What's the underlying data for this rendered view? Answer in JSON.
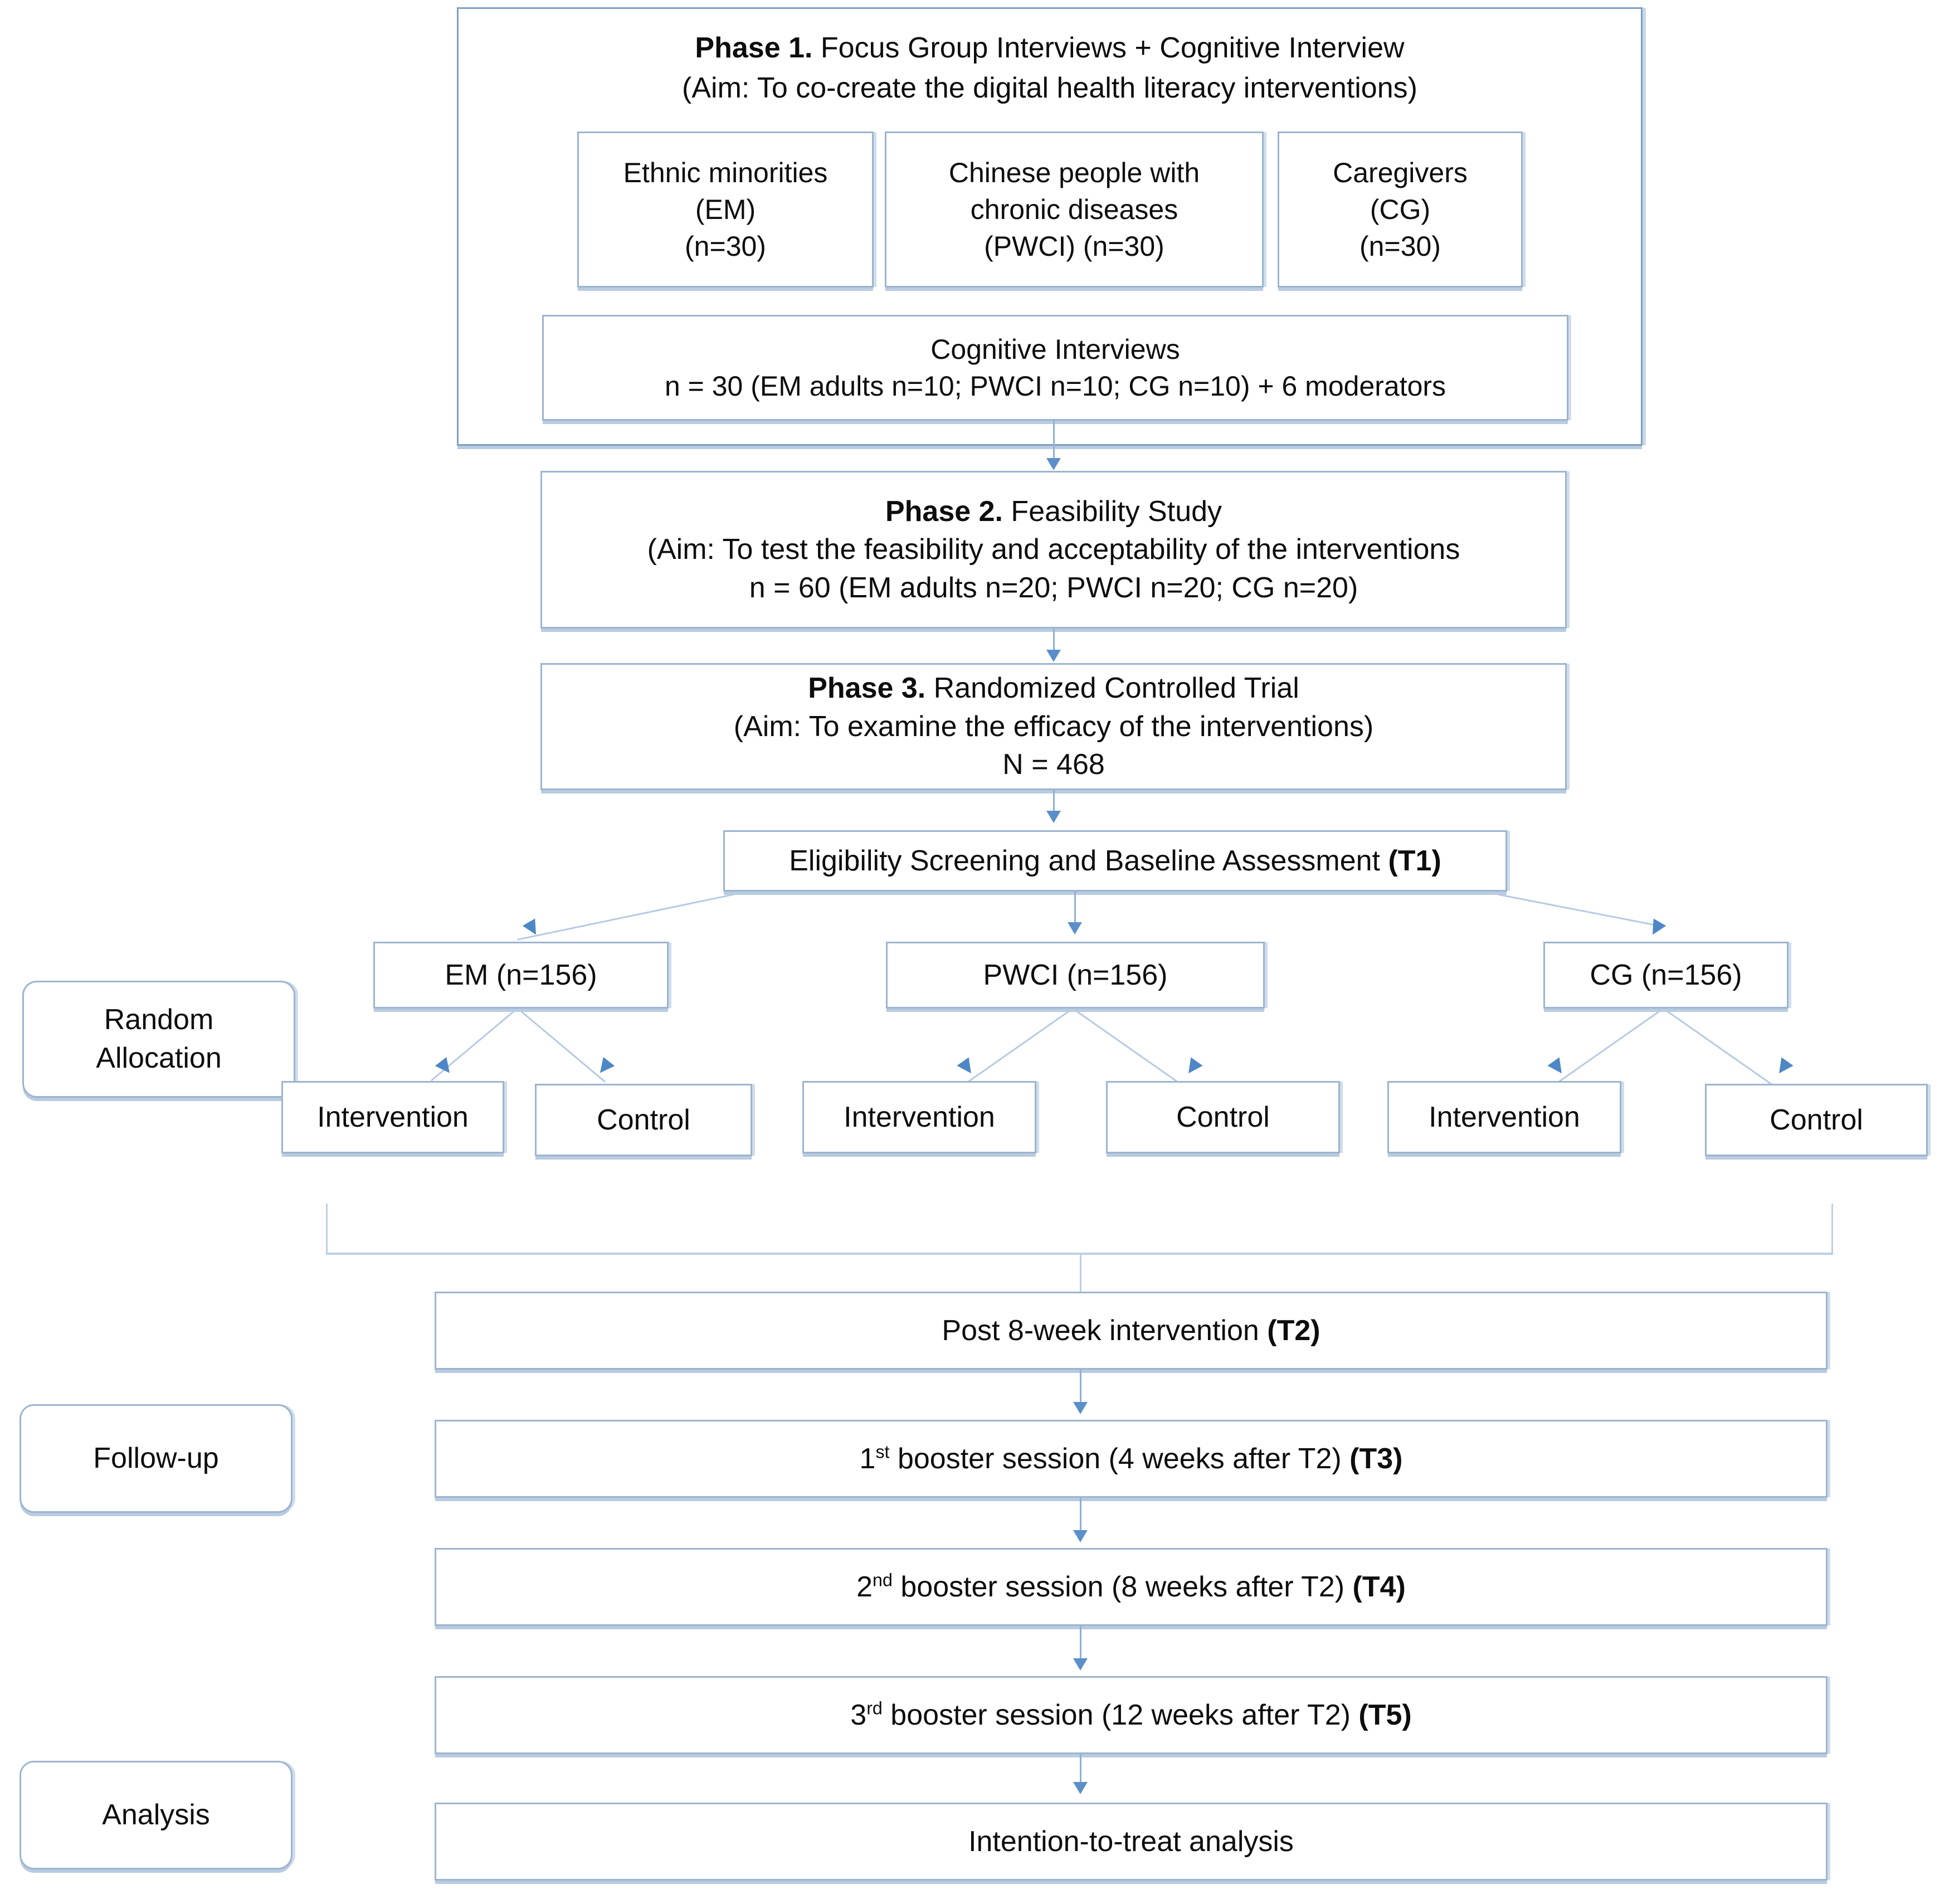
{
  "diagram": {
    "title": "Study design flow diagram",
    "accent_color": "#9cb4cf",
    "arrow_color": "#5b8fc9"
  },
  "phase1": {
    "heading_bold": "Phase 1.",
    "heading_rest": " Focus Group Interviews + Cognitive Interview",
    "aim": "(Aim: To co-create the digital health literacy interventions)",
    "groups": [
      {
        "line1": "Ethnic minorities",
        "line2": "(EM)",
        "line3": "(n=30)"
      },
      {
        "line1": "Chinese people with",
        "line2": "chronic diseases",
        "line3": "(PWCI) (n=30)"
      },
      {
        "line1": "Caregivers",
        "line2": "(CG)",
        "line3": "(n=30)"
      }
    ],
    "cognitive": {
      "line1": "Cognitive Interviews",
      "line2": "n = 30 (EM adults n=10; PWCI n=10; CG n=10) + 6 moderators"
    }
  },
  "phase2": {
    "heading_bold": "Phase 2.",
    "heading_rest": " Feasibility Study",
    "aim": "(Aim: To test the feasibility and acceptability of the interventions",
    "sample": "n = 60 (EM adults n=20; PWCI n=20; CG n=20)"
  },
  "phase3": {
    "heading_bold": "Phase 3.",
    "heading_rest": " Randomized Controlled Trial",
    "aim": "(Aim: To examine the efficacy of the interventions)",
    "sample": "N = 468"
  },
  "eligibility": {
    "text": "Eligibility Screening and Baseline Assessment ",
    "timepoint": "(T1)"
  },
  "allocation": {
    "stage_label": {
      "line1": "Random",
      "line2": "Allocation"
    },
    "groups": [
      {
        "label": "EM (n=156)",
        "arms": [
          {
            "label": "Intervention"
          },
          {
            "label": "Control"
          }
        ]
      },
      {
        "label": "PWCI (n=156)",
        "arms": [
          {
            "label": "Intervention"
          },
          {
            "label": "Control"
          }
        ]
      },
      {
        "label": "CG (n=156)",
        "arms": [
          {
            "label": "Intervention"
          },
          {
            "label": "Control"
          }
        ]
      }
    ]
  },
  "followup": {
    "stage_label": "Follow-up",
    "steps": [
      {
        "pre": "Post 8-week intervention ",
        "timepoint": "(T2)",
        "sup": "",
        "post": ""
      },
      {
        "pre": "1",
        "sup": "st",
        "post": " booster session (4 weeks after T2) ",
        "timepoint": "(T3)"
      },
      {
        "pre": "2",
        "sup": "nd",
        "post": " booster session (8 weeks after T2) ",
        "timepoint": "(T4)"
      },
      {
        "pre": "3",
        "sup": "rd",
        "post": " booster session (12 weeks after T2) ",
        "timepoint": "(T5)"
      }
    ]
  },
  "analysis": {
    "stage_label": "Analysis",
    "text": "Intention-to-treat analysis"
  }
}
